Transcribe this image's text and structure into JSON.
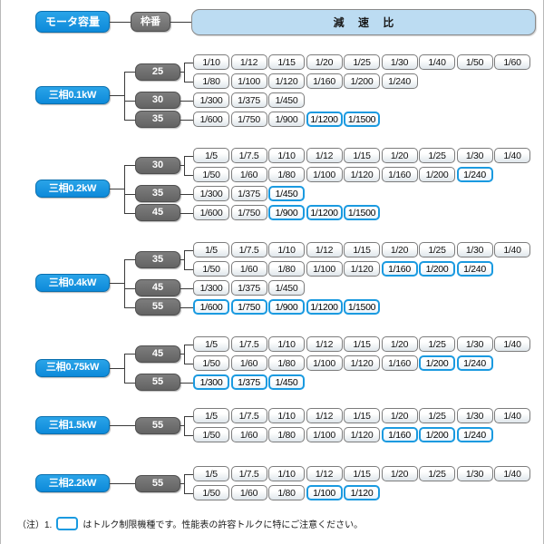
{
  "header": {
    "motor_capacity_label": "モータ容量",
    "frame_number_label": "枠番",
    "reduction_ratio_label": "減 速 比"
  },
  "colors": {
    "capacity_blue": "#0d8ada",
    "frame_grey": "#6b6b6b",
    "ratio_header_blue": "#bcdcf2",
    "highlight_border": "#1a9ae0"
  },
  "footnote": {
    "prefix": "（注）1.",
    "swatch_icon": "torque-limit-swatch",
    "text": "はトルク制限機種です。性能表の許容トルクに特にご注意ください。"
  },
  "chart_data": {
    "type": "table",
    "title": "減 速 比",
    "columns": [
      "モータ容量",
      "枠番",
      "減速比"
    ],
    "groups": [
      {
        "capacity": "三相0.1kW",
        "frames": [
          {
            "frame": "25",
            "rows": [
              {
                "ratios": [
                  "1/10",
                  "1/12",
                  "1/15",
                  "1/20",
                  "1/25",
                  "1/30",
                  "1/40",
                  "1/50",
                  "1/60"
                ],
                "highlighted": []
              },
              {
                "ratios": [
                  "1/80",
                  "1/100",
                  "1/120",
                  "1/160",
                  "1/200",
                  "1/240"
                ],
                "highlighted": []
              }
            ]
          },
          {
            "frame": "30",
            "rows": [
              {
                "ratios": [
                  "1/300",
                  "1/375",
                  "1/450"
                ],
                "highlighted": []
              }
            ]
          },
          {
            "frame": "35",
            "rows": [
              {
                "ratios": [
                  "1/600",
                  "1/750",
                  "1/900",
                  "1/1200",
                  "1/1500"
                ],
                "highlighted": [
                  "1/1200",
                  "1/1500"
                ]
              }
            ]
          }
        ]
      },
      {
        "capacity": "三相0.2kW",
        "frames": [
          {
            "frame": "30",
            "rows": [
              {
                "ratios": [
                  "1/5",
                  "1/7.5",
                  "1/10",
                  "1/12",
                  "1/15",
                  "1/20",
                  "1/25",
                  "1/30",
                  "1/40"
                ],
                "highlighted": []
              },
              {
                "ratios": [
                  "1/50",
                  "1/60",
                  "1/80",
                  "1/100",
                  "1/120",
                  "1/160",
                  "1/200",
                  "1/240"
                ],
                "highlighted": [
                  "1/240"
                ]
              }
            ]
          },
          {
            "frame": "35",
            "rows": [
              {
                "ratios": [
                  "1/300",
                  "1/375",
                  "1/450"
                ],
                "highlighted": [
                  "1/450"
                ]
              }
            ]
          },
          {
            "frame": "45",
            "rows": [
              {
                "ratios": [
                  "1/600",
                  "1/750",
                  "1/900",
                  "1/1200",
                  "1/1500"
                ],
                "highlighted": [
                  "1/900",
                  "1/1200",
                  "1/1500"
                ]
              }
            ]
          }
        ]
      },
      {
        "capacity": "三相0.4kW",
        "frames": [
          {
            "frame": "35",
            "rows": [
              {
                "ratios": [
                  "1/5",
                  "1/7.5",
                  "1/10",
                  "1/12",
                  "1/15",
                  "1/20",
                  "1/25",
                  "1/30",
                  "1/40"
                ],
                "highlighted": []
              },
              {
                "ratios": [
                  "1/50",
                  "1/60",
                  "1/80",
                  "1/100",
                  "1/120",
                  "1/160",
                  "1/200",
                  "1/240"
                ],
                "highlighted": [
                  "1/160",
                  "1/200",
                  "1/240"
                ]
              }
            ]
          },
          {
            "frame": "45",
            "rows": [
              {
                "ratios": [
                  "1/300",
                  "1/375",
                  "1/450"
                ],
                "highlighted": []
              }
            ]
          },
          {
            "frame": "55",
            "rows": [
              {
                "ratios": [
                  "1/600",
                  "1/750",
                  "1/900",
                  "1/1200",
                  "1/1500"
                ],
                "highlighted": [
                  "1/600",
                  "1/750",
                  "1/900",
                  "1/1200",
                  "1/1500"
                ]
              }
            ]
          }
        ]
      },
      {
        "capacity": "三相0.75kW",
        "frames": [
          {
            "frame": "45",
            "rows": [
              {
                "ratios": [
                  "1/5",
                  "1/7.5",
                  "1/10",
                  "1/12",
                  "1/15",
                  "1/20",
                  "1/25",
                  "1/30",
                  "1/40"
                ],
                "highlighted": []
              },
              {
                "ratios": [
                  "1/50",
                  "1/60",
                  "1/80",
                  "1/100",
                  "1/120",
                  "1/160",
                  "1/200",
                  "1/240"
                ],
                "highlighted": [
                  "1/200",
                  "1/240"
                ]
              }
            ]
          },
          {
            "frame": "55",
            "rows": [
              {
                "ratios": [
                  "1/300",
                  "1/375",
                  "1/450"
                ],
                "highlighted": [
                  "1/300",
                  "1/375",
                  "1/450"
                ]
              }
            ]
          }
        ]
      },
      {
        "capacity": "三相1.5kW",
        "frames": [
          {
            "frame": "55",
            "rows": [
              {
                "ratios": [
                  "1/5",
                  "1/7.5",
                  "1/10",
                  "1/12",
                  "1/15",
                  "1/20",
                  "1/25",
                  "1/30",
                  "1/40"
                ],
                "highlighted": []
              },
              {
                "ratios": [
                  "1/50",
                  "1/60",
                  "1/80",
                  "1/100",
                  "1/120",
                  "1/160",
                  "1/200",
                  "1/240"
                ],
                "highlighted": [
                  "1/160",
                  "1/200",
                  "1/240"
                ]
              }
            ]
          }
        ]
      },
      {
        "capacity": "三相2.2kW",
        "frames": [
          {
            "frame": "55",
            "rows": [
              {
                "ratios": [
                  "1/5",
                  "1/7.5",
                  "1/10",
                  "1/12",
                  "1/15",
                  "1/20",
                  "1/25",
                  "1/30",
                  "1/40"
                ],
                "highlighted": []
              },
              {
                "ratios": [
                  "1/50",
                  "1/60",
                  "1/80",
                  "1/100",
                  "1/120"
                ],
                "highlighted": [
                  "1/100",
                  "1/120"
                ]
              }
            ]
          }
        ]
      }
    ]
  }
}
